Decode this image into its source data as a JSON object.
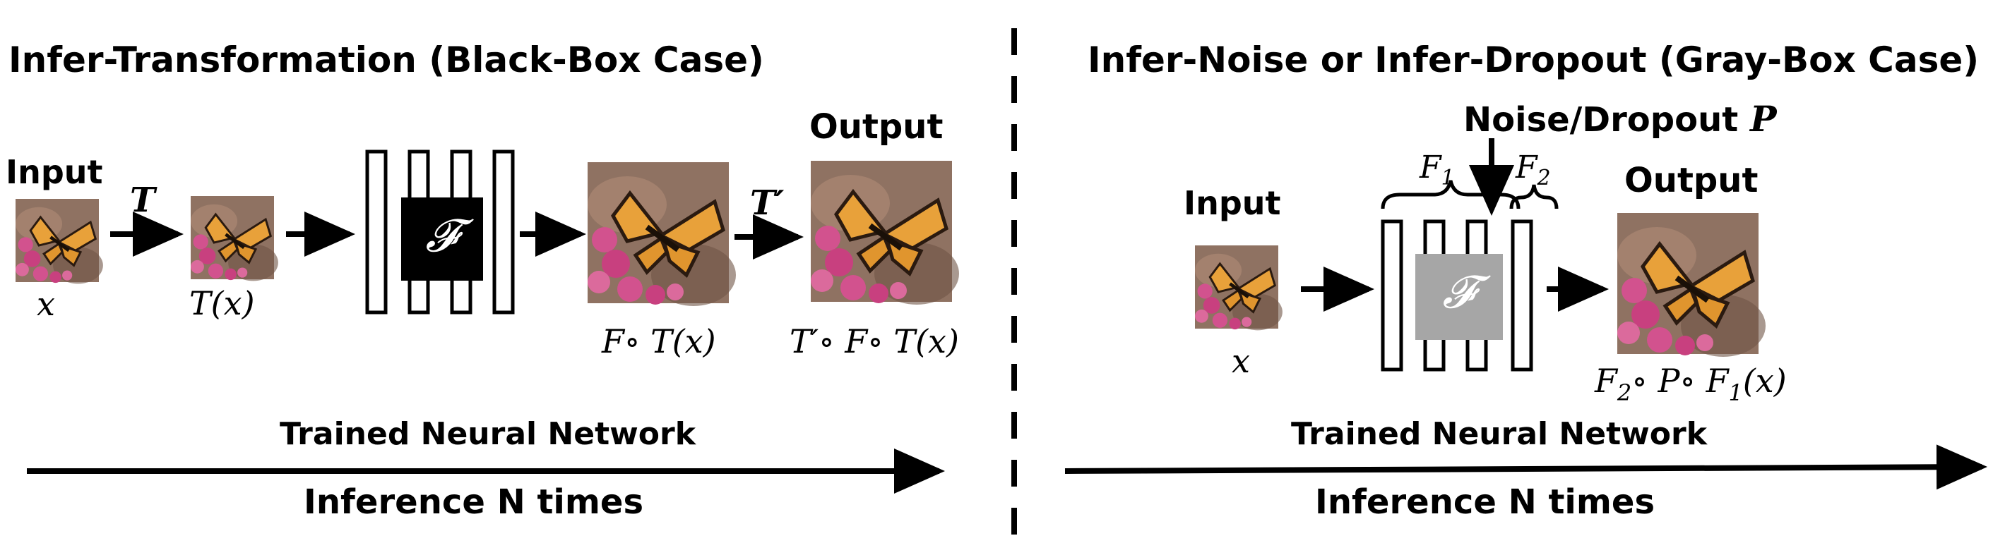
{
  "left_panel": {
    "title": "Infer-Transformation (Black-Box Case)",
    "input_label": "Input",
    "output_label": "Output",
    "transform_label": "T",
    "inverse_transform_label": "T′",
    "network_label": "𝓕",
    "x_label": "x",
    "tx_label": "T(x)",
    "ftx_label": "F∘ T(x)",
    "output_formula": "T′∘ F∘ T(x)",
    "network_caption": "Trained Neural Network",
    "inference_caption": "Inference N times"
  },
  "right_panel": {
    "title": "Infer-Noise or Infer-Dropout (Gray-Box Case)",
    "noise_label": "Noise/Dropout",
    "noise_symbol": "P",
    "input_label": "Input",
    "output_label": "Output",
    "f1_label": "F",
    "f1_sub": "1",
    "f2_label": "F",
    "f2_sub": "2",
    "network_label": "𝓕",
    "x_label": "x",
    "output_formula_parts": [
      "F",
      "2",
      "∘ P∘ F",
      "1",
      "(x)"
    ],
    "network_caption": "Trained Neural Network",
    "inference_caption": "Inference N times"
  },
  "colors": {
    "black_box_fill": "#000000",
    "gray_box_fill": "#a6a6a6",
    "image_background": "#8a6e5e",
    "butterfly_wing": "#e8a13a",
    "flower": "#d2528e"
  }
}
